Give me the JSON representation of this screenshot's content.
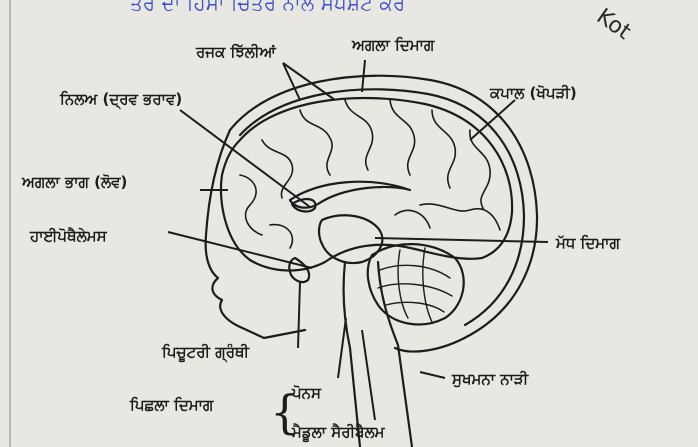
{
  "header": {
    "text": "ਤਰ ਦਾ ਹਿਸਾ ਚਿੱਤਰ ਨਾਲ ਸਪਸ਼ਟ ਕਰੋ",
    "watermark": "Kot"
  },
  "labels": {
    "sensory_membranes": "ਰਜਕ ਝਿੱਲੀਆਂ",
    "forebrain": "ਅਗਲਾ ਦਿਮਾਗ",
    "ventricle": "ਨਿਲਅ (ਦ੍ਰਵ ਭਰਾਵ)",
    "skull": "ਕਪਾਲ (ਖੋਪੜੀ)",
    "frontal_lobe": "ਅਗਲਾ ਭਾਗ (ਲੋਵ)",
    "hypothalamus": "ਹਾਈਪੋਥੈਲੇਮਸ",
    "midbrain": "ਮੱਧ ਦਿਮਾਗ",
    "pituitary": "ਪਿਚੂਟਰੀ ਗ੍ਰੰਥੀ",
    "spinal_cord": "ਸੁਖਮਨਾ ਨਾੜੀ",
    "hindbrain": "ਪਿਛਲਾ ਦਿਮਾਗ",
    "pons": "ਪੋਨਸ",
    "medulla_cerebellum": "ਮੈਡੂਲਾ ਸੈਰੀਬੈਲਮ"
  },
  "colors": {
    "ink": "#1c1c1c",
    "paper": "#e9e7e2",
    "header_blue": "#3b4fc9"
  }
}
